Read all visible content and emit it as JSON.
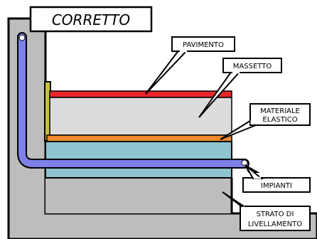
{
  "title": "CORRETTO",
  "labels": {
    "floor": "PAVIMENTO",
    "screed": "MASSETTO",
    "elastic_line1": "MATERIALE",
    "elastic_line2": "ELASTICO",
    "systems": "IMPIANTI",
    "leveling_line1": "STRATO DI",
    "leveling_line2": "LIVELLAMENTO"
  },
  "colors": {
    "wall": "#bdbdbd",
    "floor": "#e8262b",
    "screed": "#dcdcdc",
    "elastic": "#f08a2c",
    "leveling": "#8fc3cf",
    "pipe": "#7f7fe8",
    "edge_strip": "#c7c233"
  }
}
